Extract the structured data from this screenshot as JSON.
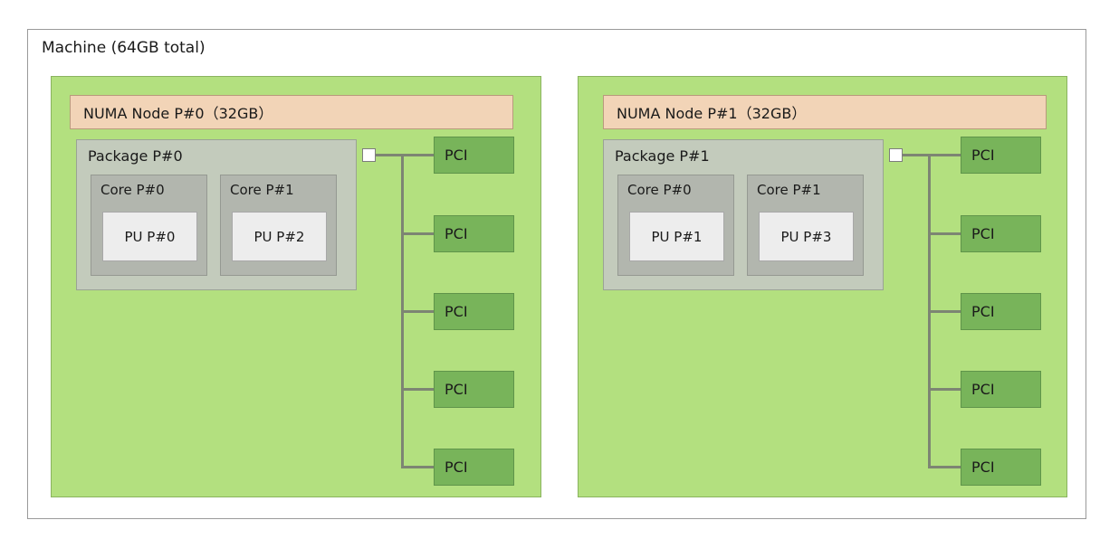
{
  "machine": {
    "title": "Machine (64GB total)"
  },
  "nodes": [
    {
      "memory_label": "NUMA Node P#0（32GB）",
      "package_label": "Package P#0",
      "cores": [
        {
          "core_label": "Core P#0",
          "pu_label": "PU P#0"
        },
        {
          "core_label": "Core P#1",
          "pu_label": "PU P#2"
        }
      ],
      "pci_devices": [
        {
          "label": "PCI"
        },
        {
          "label": "PCI"
        },
        {
          "label": "PCI"
        },
        {
          "label": "PCI"
        },
        {
          "label": "PCI"
        }
      ]
    },
    {
      "memory_label": "NUMA Node P#1（32GB）",
      "package_label": "Package P#1",
      "cores": [
        {
          "core_label": "Core P#0",
          "pu_label": "PU P#1"
        },
        {
          "core_label": "Core P#1",
          "pu_label": "PU P#3"
        }
      ],
      "pci_devices": [
        {
          "label": "PCI"
        },
        {
          "label": "PCI"
        },
        {
          "label": "PCI"
        },
        {
          "label": "PCI"
        },
        {
          "label": "PCI"
        }
      ]
    }
  ],
  "colors": {
    "numa_fill": "#b3e07f",
    "numa_border": "#8ab35f",
    "memory_fill": "#f2d4b7",
    "memory_border": "#b99a7d",
    "package_fill": "#c3cbbc",
    "core_fill": "#b2b6ae",
    "pu_fill": "#ededed",
    "pci_fill": "#78b45a",
    "pci_border": "#5f944a",
    "link_line": "#7d8573",
    "frame_border": "#9a9a9a"
  }
}
